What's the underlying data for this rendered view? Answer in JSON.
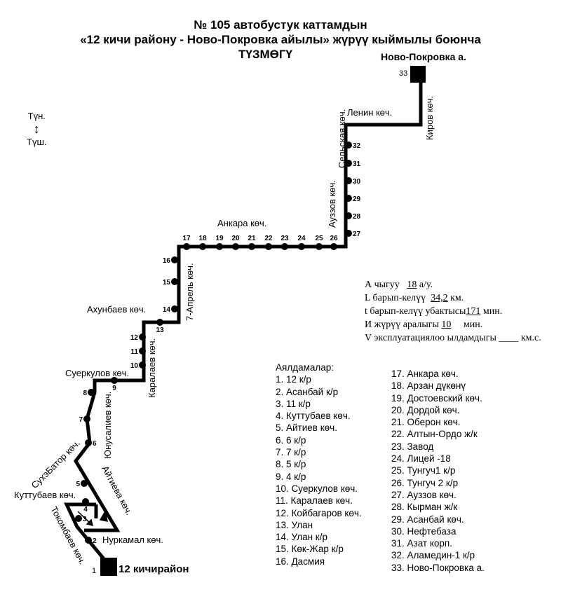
{
  "title": {
    "line1": "№ 105  автобустук каттамдын",
    "line2": "«12 кичи району - Ново-Покровка айылы» жүрүү кыймылы боюнча",
    "line3": "ТҮЗМӨГҮ"
  },
  "compass": {
    "north": "Түн.",
    "south": "Түш."
  },
  "terminals": {
    "start": "12 кичирайон",
    "start_num": "1",
    "end": "Ново-Покровка а.",
    "end_num": "33"
  },
  "streets": {
    "lenin": "Ленин көч.",
    "kirov": "Киров көч.",
    "selskaya": "Сельская көч.",
    "auezov": "Ауззов көч.",
    "ankara": "Анкара көч.",
    "april": "7-Апрель  көч.",
    "akhunbaev": "Ахунбаев көч.",
    "karalaev": "Каралаев көч.",
    "suerkulov": "Суеркулов көч.",
    "yunusaliev": "Юнусалиев көч.",
    "sukhbator": "СухэБатор көч.",
    "aitiev": "Айтиева көч.",
    "kuttubaev": "Куттубаев көч.",
    "tokombaev": "Токомбаев көч.",
    "nurkamal": "Нуркамал көч."
  },
  "stop_numbers": [
    "2",
    "3",
    "4",
    "5",
    "6",
    "7",
    "8",
    "9",
    "10",
    "11",
    "12",
    "13",
    "14",
    "15",
    "16",
    "17",
    "18",
    "19",
    "20",
    "21",
    "22",
    "23",
    "24",
    "25",
    "26",
    "27",
    "28",
    "29",
    "30",
    "31",
    "32"
  ],
  "info": {
    "line1_label": "А чыгуу",
    "line1_value": "18",
    "line1_unit": "а/у.",
    "line2_label": "L барып-келүү",
    "line2_value": "34,2",
    "line2_unit": "км.",
    "line3_label": "t барып-келүү убактысы",
    "line3_value": "171",
    "line3_unit": "мин.",
    "line4_label": "И жүрүү аралыгы",
    "line4_value": "10",
    "line4_unit": "мин.",
    "line5_label": "V эксплуатациялоо ылдамдыгы",
    "line5_value": "____",
    "line5_unit": "км.с."
  },
  "stops_heading": "Аялдамалар:",
  "stops": [
    "1. 12 к/р",
    "2. Асанбай к/р",
    "3. 11 к/р",
    "4. Куттубаев көч.",
    "5. Айтиев көч.",
    "6. 6 к/р",
    "7. 7 к/р",
    "8. 5 к/р",
    "9. 4 к/р",
    "10. Суеркулов көч.",
    "11. Каралаев көч.",
    "12. Койбагаров көч.",
    "13. Улан",
    "14. Улан к/р",
    "15. Көк-Жар к/р",
    "16. Дасмия",
    "17. Анкара көч.",
    "18. Арзан дүкөнү",
    "19. Достоевский көч.",
    "20. Дордой көч.",
    "21. Оберон көч.",
    "22. Алтын-Ордо ж/к",
    "23. Завод",
    "24. Лицей -18",
    "25. Тунгуч1 к/р",
    "26. Тунгуч 2 к/р",
    "27. Ауззов көч.",
    "28. Кырман ж/к",
    "29. Асанбай көч.",
    "30. Нефтебаза",
    "31. Азат корп.",
    "32. Аламедин-1 к/р",
    "33. Ново-Покровка а."
  ]
}
